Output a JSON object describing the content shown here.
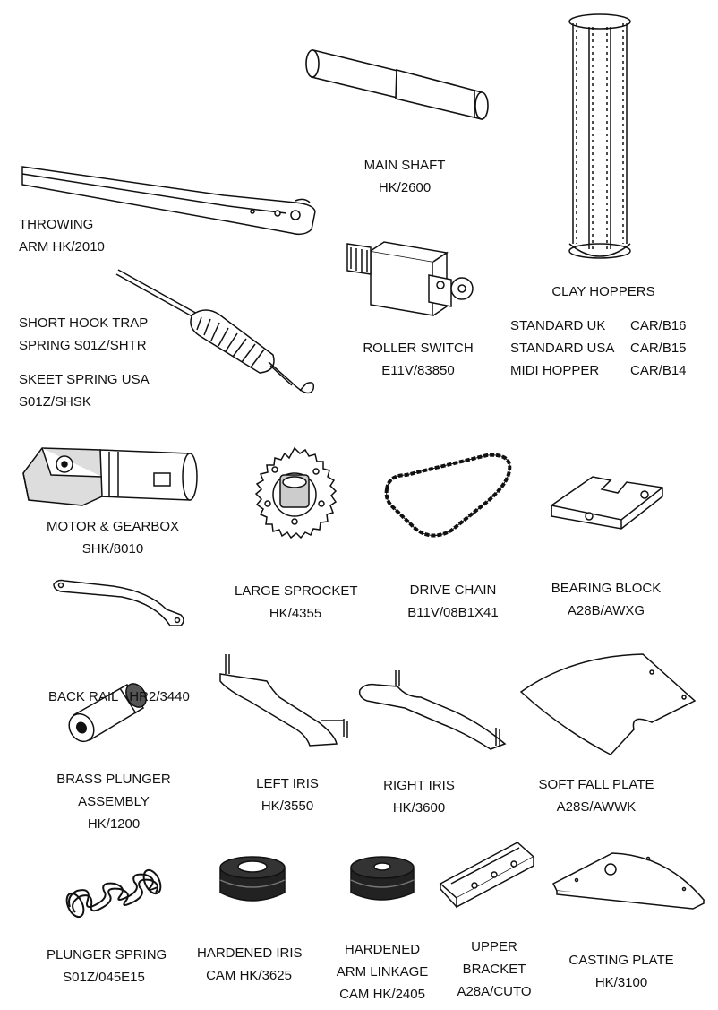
{
  "parts": {
    "main_shaft": {
      "l1": "MAIN SHAFT",
      "l2": "HK/2600"
    },
    "throwing_arm": {
      "l1": "THROWING",
      "l2": "ARM HK/2010"
    },
    "clay_hoppers": {
      "title": "CLAY HOPPERS",
      "rows": [
        {
          "name": "STANDARD UK",
          "code": "CAR/B16"
        },
        {
          "name": "STANDARD USA",
          "code": "CAR/B15"
        },
        {
          "name": "MIDI HOPPER",
          "code": "CAR/B14"
        }
      ]
    },
    "short_hook": {
      "l1": "SHORT HOOK TRAP",
      "l2": "SPRING S01Z/SHTR"
    },
    "skeet_spring": {
      "l1": "SKEET SPRING USA",
      "l2": "S01Z/SHSK"
    },
    "roller_switch": {
      "l1": "ROLLER  SWITCH",
      "l2": "E11V/83850"
    },
    "motor_gearbox": {
      "l1": "MOTOR & GEARBOX",
      "l2": "SHK/8010"
    },
    "large_sprocket": {
      "l1": "LARGE SPROCKET",
      "l2": "HK/4355"
    },
    "drive_chain": {
      "l1": "DRIVE CHAIN",
      "l2": "B11V/08B1X41"
    },
    "bearing_block": {
      "l1": "BEARING BLOCK",
      "l2": "A28B/AWXG"
    },
    "back_rail": {
      "l1": "BACK RAIL   HR2/3440"
    },
    "brass_plunger": {
      "l1": "BRASS PLUNGER",
      "l2": "ASSEMBLY",
      "l3": "HK/1200"
    },
    "left_iris": {
      "l1": "LEFT IRIS",
      "l2": "HK/3550"
    },
    "right_iris": {
      "l1": "RIGHT IRIS",
      "l2": "HK/3600"
    },
    "soft_fall_plate": {
      "l1": "SOFT FALL PLATE",
      "l2": "A28S/AWWK"
    },
    "plunger_spring": {
      "l1": "PLUNGER SPRING",
      "l2": "S01Z/045E15"
    },
    "hardened_iris_cam": {
      "l1": "HARDENED IRIS",
      "l2": "CAM HK/3625"
    },
    "hardened_arm_linkage": {
      "l1": "HARDENED",
      "l2": "ARM LINKAGE",
      "l3": "CAM HK/2405"
    },
    "upper_bracket": {
      "l1": "UPPER",
      "l2": "BRACKET",
      "l3": "A28A/CUTO"
    },
    "casting_plate": {
      "l1": "CASTING PLATE",
      "l2": "HK/3100"
    }
  },
  "icons": {
    "main_shaft": "shaft-icon",
    "throwing_arm": "arm-icon",
    "clay_hopper": "hopper-icon",
    "spring": "spring-icon",
    "roller_switch": "switch-icon",
    "motor": "motor-icon",
    "sprocket": "sprocket-icon",
    "chain": "chain-icon",
    "bearing_block": "block-icon",
    "back_rail": "rail-icon",
    "plunger": "plunger-icon",
    "iris": "iris-icon",
    "soft_fall_plate": "plate-icon",
    "cam": "cam-icon",
    "bracket": "bracket-icon",
    "casting_plate": "casting-plate-icon"
  }
}
